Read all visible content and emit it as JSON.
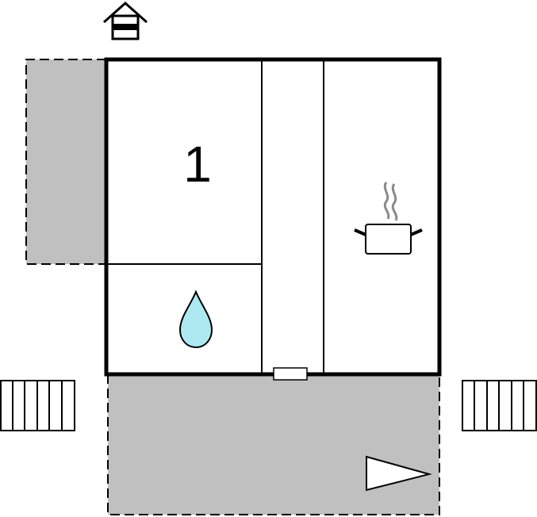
{
  "floorplan": {
    "rooms": [
      {
        "id": "bedroom",
        "label": "1",
        "icon": "bed-number"
      },
      {
        "id": "bathroom",
        "label": "",
        "icon": "water-drop-icon"
      },
      {
        "id": "hallway",
        "label": "",
        "icon": ""
      },
      {
        "id": "kitchen",
        "label": "",
        "icon": "cooking-pot-icon"
      }
    ],
    "outdoor": {
      "terrace_side": "dashed-gray-area",
      "terrace_front": "dashed-gray-area",
      "north_arrow": "direction-arrow-icon",
      "outside_house": "house-marker-icon"
    },
    "colors": {
      "wall": "#000000",
      "terrace": "#c0c0c0",
      "water": "#aee9f2",
      "steam": "#8a8a8a"
    }
  }
}
